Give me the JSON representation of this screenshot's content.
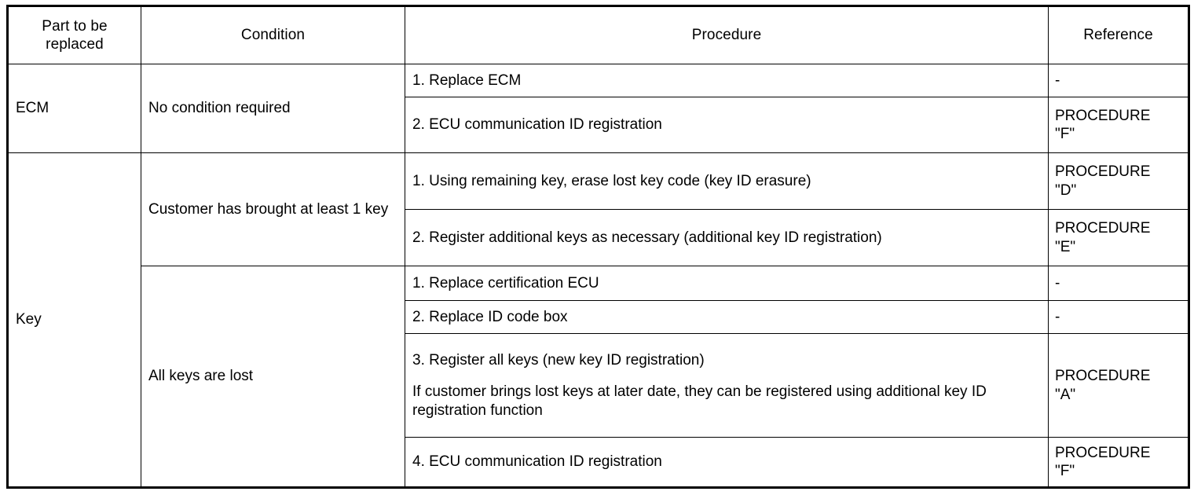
{
  "table": {
    "headers": {
      "part": "Part to be\nreplaced",
      "part_line1": "Part to be",
      "part_line2": "replaced",
      "condition": "Condition",
      "procedure": "Procedure",
      "reference": "Reference"
    },
    "sections": [
      {
        "part": "ECM",
        "conditions": [
          {
            "condition": "No condition required",
            "steps": [
              {
                "procedure": "1. Replace ECM",
                "reference": "-"
              },
              {
                "procedure": "2. ECU communication ID registration",
                "reference": "PROCEDURE \"F\""
              }
            ]
          }
        ]
      },
      {
        "part": "Key",
        "conditions": [
          {
            "condition": "Customer has brought at least 1 key",
            "steps": [
              {
                "procedure": "1. Using remaining key, erase lost key code (key ID erasure)",
                "reference": "PROCEDURE \"D\""
              },
              {
                "procedure": "2. Register additional keys as necessary (additional key ID registration)",
                "reference": "PROCEDURE \"E\""
              }
            ]
          },
          {
            "condition": "All keys are lost",
            "steps": [
              {
                "procedure": "1. Replace certification ECU",
                "reference": "-"
              },
              {
                "procedure": "2. Replace ID code box",
                "reference": "-"
              },
              {
                "procedure_line1": "3. Register all keys (new key ID registration)",
                "procedure_line2": "If customer brings lost keys at later date, they can be registered using additional key ID registration function",
                "reference": "PROCEDURE \"A\""
              },
              {
                "procedure": "4. ECU communication ID registration",
                "reference": "PROCEDURE \"F\""
              }
            ]
          }
        ]
      }
    ],
    "reference_parts": {
      "f_line1": "PROCEDURE",
      "f_line2": "\"F\"",
      "d_line1": "PROCEDURE",
      "d_line2": "\"D\"",
      "e_line1": "PROCEDURE",
      "e_line2": "\"E\"",
      "a_line1": "PROCEDURE",
      "a_line2": "\"A\"",
      "dash": "-"
    }
  },
  "colors": {
    "border": "#000000",
    "text": "#000000",
    "background": "#ffffff"
  }
}
